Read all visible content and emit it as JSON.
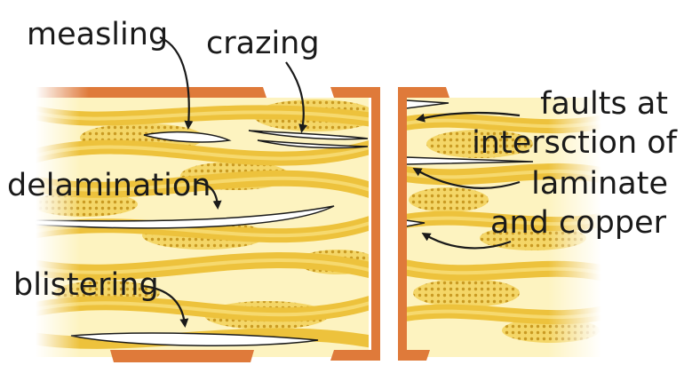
{
  "labels": {
    "measling": "measling",
    "crazing": "crazing",
    "delamination": "delamination",
    "blistering": "blistering",
    "faults_line1": "faults at",
    "faults_line2": "intersction of",
    "faults_line3": "laminate",
    "faults_line4": "and copper"
  },
  "colors": {
    "laminate_bg": "#fdf3c0",
    "fiber_bundle": "#edc23c",
    "fiber_light": "#f6d96e",
    "fiber_dot": "#d4a62a",
    "copper": "#df7a3a",
    "copper_dark": "#c75f22",
    "defect": "#ffffff",
    "ink": "#1a1a1a"
  },
  "icons": {
    "arrows": "curved-arrow-icon"
  }
}
